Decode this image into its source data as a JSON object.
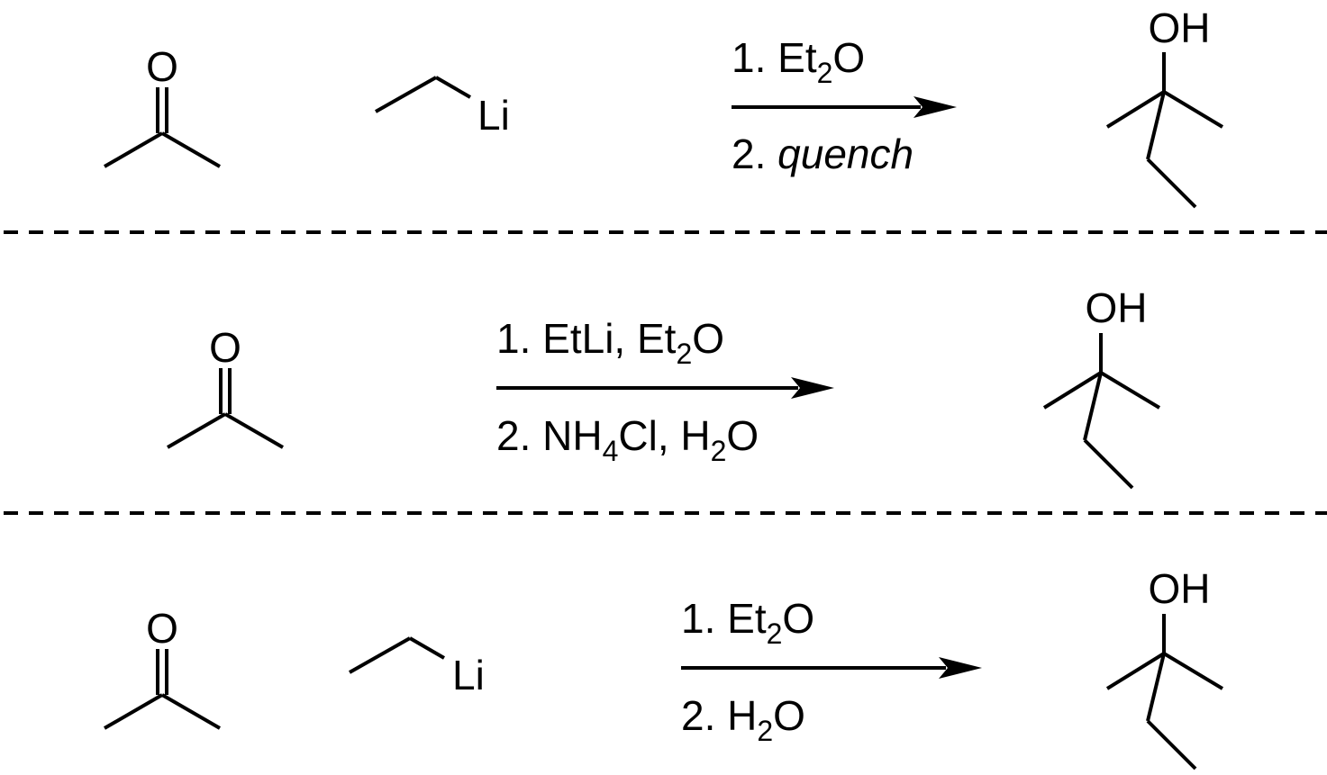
{
  "reactions": [
    {
      "reactant_a": {
        "oxygen_label": "O"
      },
      "reactant_b": {
        "metal_label": "Li"
      },
      "conditions": {
        "line1": {
          "prefix": "1. Et",
          "sub": "2",
          "suffix": "O"
        },
        "line2": {
          "prefix": "2. ",
          "italic": "quench"
        }
      },
      "product": {
        "hydroxyl_label": "OH"
      }
    },
    {
      "reactant_a": {
        "oxygen_label": "O"
      },
      "conditions": {
        "line1": {
          "prefix": "1. EtLi, Et",
          "sub": "2",
          "suffix": "O"
        },
        "line2": {
          "prefix": "2. NH",
          "sub1": "4",
          "mid": "Cl, H",
          "sub2": "2",
          "suffix": "O"
        }
      },
      "product": {
        "hydroxyl_label": "OH"
      }
    },
    {
      "reactant_a": {
        "oxygen_label": "O"
      },
      "reactant_b": {
        "metal_label": "Li"
      },
      "conditions": {
        "line1": {
          "prefix": "1. Et",
          "sub": "2",
          "suffix": "O"
        },
        "line2": {
          "prefix": "2. H",
          "sub": "2",
          "suffix": "O"
        }
      },
      "product": {
        "hydroxyl_label": "OH"
      }
    }
  ],
  "colors": {
    "ink": "#000000",
    "background": "#ffffff"
  }
}
